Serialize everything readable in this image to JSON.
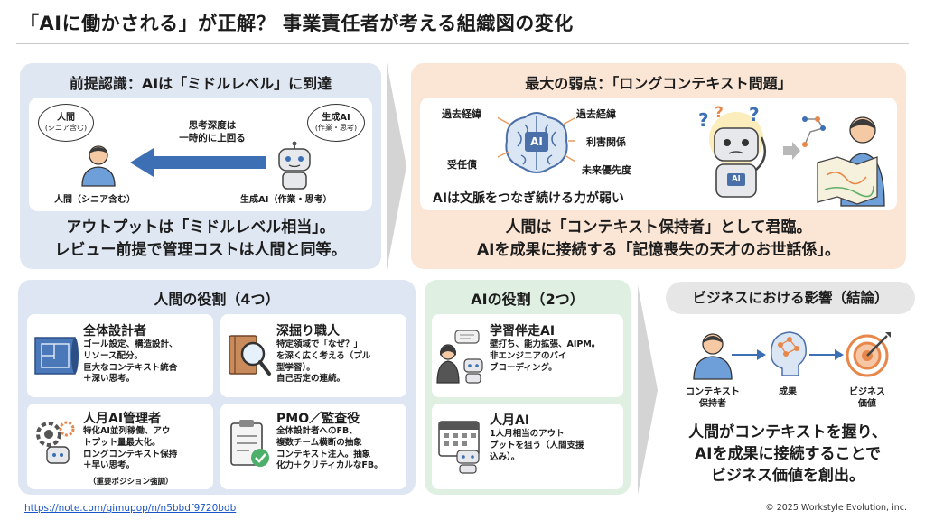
{
  "title": "「AIに働かされる」が正解？ 事業責任者が考える組織図の変化",
  "premise": {
    "heading": "前提認識：AIは「ミドルレベル」に到達",
    "human_bubble": "人間",
    "human_bubble_sub": "(シニア含む)",
    "ai_bubble": "生成AI",
    "ai_bubble_sub": "(作業・思考)",
    "arrow_text": "思考深度は\n一時的に上回る",
    "human_label": "人間（シニア含む）",
    "ai_label": "生成AI（作業・思考）",
    "statement_1": "アウトプットは「ミドルレベル相当」。",
    "statement_2": "レビュー前提で管理コストは人間と同等。"
  },
  "weakness": {
    "heading": "最大の弱点：「ロングコンテキスト問題」",
    "labels": [
      "過去経緯",
      "受任債",
      "過去経緯",
      "利害関係",
      "未来優先度"
    ],
    "brain_center": "AI",
    "robot_badge": "AI",
    "caption": "AIは文脈をつなぎ続ける力が弱い",
    "statement_1": "人間は「コンテキスト保持者」として君臨。",
    "statement_2": "AIを成果に接続する「記憶喪失の天才のお世話係」。"
  },
  "human_roles": {
    "heading": "人間の役割（4つ）",
    "cards": [
      {
        "title": "全体設計者",
        "body": "ゴール設定、構造設計、\nリソース配分。\n巨大なコンテキスト統合\n＋深い思考。",
        "note": ""
      },
      {
        "title": "深掘り職人",
        "body": "特定領域で「なぜ？」\nを深く広く考える（プル\n型学習）。\n自己否定の連続。",
        "note": ""
      },
      {
        "title": "人月AI管理者",
        "body": "特化AI並列稼働、アウ\nトプット量最大化。\nロングコンテキスト保持\n＋早い思考。",
        "note": "（重要ポジション強調）"
      },
      {
        "title": "PMO／監査役",
        "body": "全体設計者へのFB、\n複数チーム横断の抽象\nコンテキスト注入。抽象\n化力＋クリティカルなFB。",
        "note": ""
      }
    ]
  },
  "ai_roles": {
    "heading": "AIの役割（2つ）",
    "cards": [
      {
        "title": "学習伴走AI",
        "body": "壁打ち、能力拡張、AIPM。\n非エンジニアのバイ\nブコーディング。"
      },
      {
        "title": "人月AI",
        "body": "1人月相当のアウト\nプットを狙う（人間支援\n込み）。"
      }
    ]
  },
  "business": {
    "heading": "ビジネスにおける影響（結論）",
    "flow": [
      "コンテキスト\n保持者",
      "成果",
      "ビジネス\n価値"
    ],
    "statement_1": "人間がコンテキストを握り、",
    "statement_2": "AIを成果に接続することで",
    "statement_3": "ビジネス価値を創出。"
  },
  "footer": {
    "link": "https://note.com/gimupop/n/n5bbdf9720bdb",
    "copyright": "© 2025 Workstyle Evolution, inc."
  },
  "colors": {
    "premise_bg": "#dfe7f3",
    "weakness_bg": "#fbe6d6",
    "human_bg": "#dde6f2",
    "ai_bg": "#dff0e3",
    "accent_blue": "#3c6fb4",
    "accent_orange": "#e8874a"
  }
}
